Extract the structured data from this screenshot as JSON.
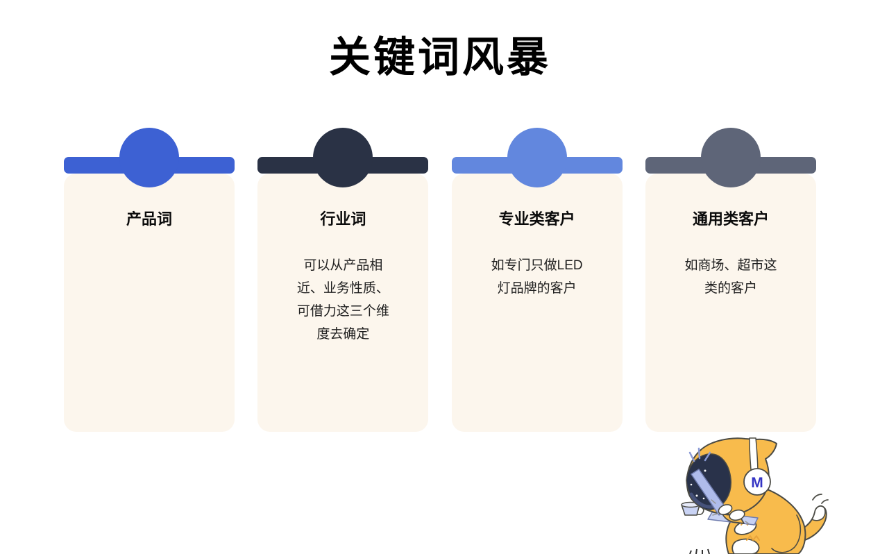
{
  "page": {
    "background": "#ffffff"
  },
  "title": "关键词风暴",
  "cards": [
    {
      "id": "product-words",
      "title": "产品词",
      "body": "",
      "accent_color": "#3D61D3"
    },
    {
      "id": "industry-words",
      "title": "行业词",
      "body": "可以从产品相\n近、业务性质、\n可借力这三个维\n度去确定",
      "accent_color": "#2A3245"
    },
    {
      "id": "professional-customers",
      "title": "专业类客户",
      "body": "如专门只做LED\n灯品牌的客户",
      "accent_color": "#6287DE"
    },
    {
      "id": "general-customers",
      "title": "通用类客户",
      "body": "如商场、超市这\n类的客户",
      "accent_color": "#5E6578"
    }
  ],
  "card_style": {
    "background_color": "#FCF6ED"
  },
  "mascot": {
    "description": "cat-with-headphones-typing-on-laptop",
    "headphone_letter": "M",
    "body_color": "#F8BB4C",
    "face_color": "#29324A",
    "laptop_color": "#AFBCEB",
    "letter_color": "#3434C4"
  }
}
